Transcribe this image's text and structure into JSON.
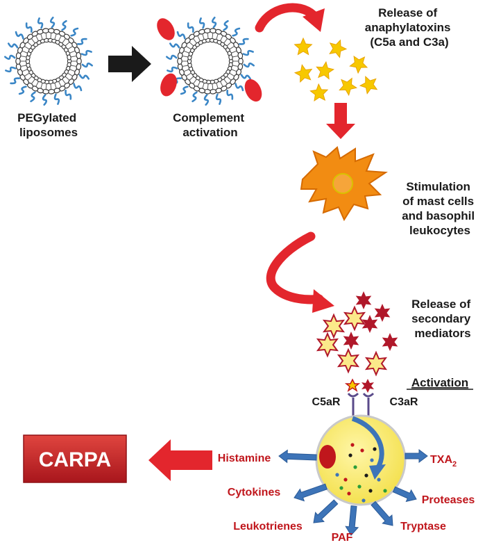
{
  "labels": {
    "pegylated": [
      "PEGylated",
      "liposomes"
    ],
    "complement": [
      "Complement",
      "activation"
    ],
    "anaphylatoxins": [
      "Release of",
      "anaphylatoxins",
      "(C5a and C3a)"
    ],
    "stimulation": [
      "Stimulation",
      "of mast cells",
      "and basophil",
      "leukocytes"
    ],
    "secondary": [
      "Release of",
      "secondary",
      "mediators"
    ],
    "activation": "Activation",
    "c5ar": "C5aR",
    "c3ar": "C3aR",
    "carpa": "CARPA"
  },
  "mediators": {
    "histamine": "Histamine",
    "txa2_base": "TXA",
    "txa2_sub": "2",
    "cytokines": "Cytokines",
    "proteases": "Proteases",
    "leukotrienes": "Leukotrienes",
    "paf": "PAF",
    "tryptase": "Tryptase"
  },
  "colors": {
    "arrow_red": "#e3262d",
    "arrow_black": "#1a1a1a",
    "star_gold": "#f7c800",
    "star_dark_red": "#b0182a",
    "cell_orange": "#f28c12",
    "cell_yellow": "#fbee6d",
    "mediator_text": "#c0161c",
    "blue_arrow": "#3d74b8",
    "peg_blue": "#3a86c6",
    "carpa_box": "#c9252b"
  }
}
